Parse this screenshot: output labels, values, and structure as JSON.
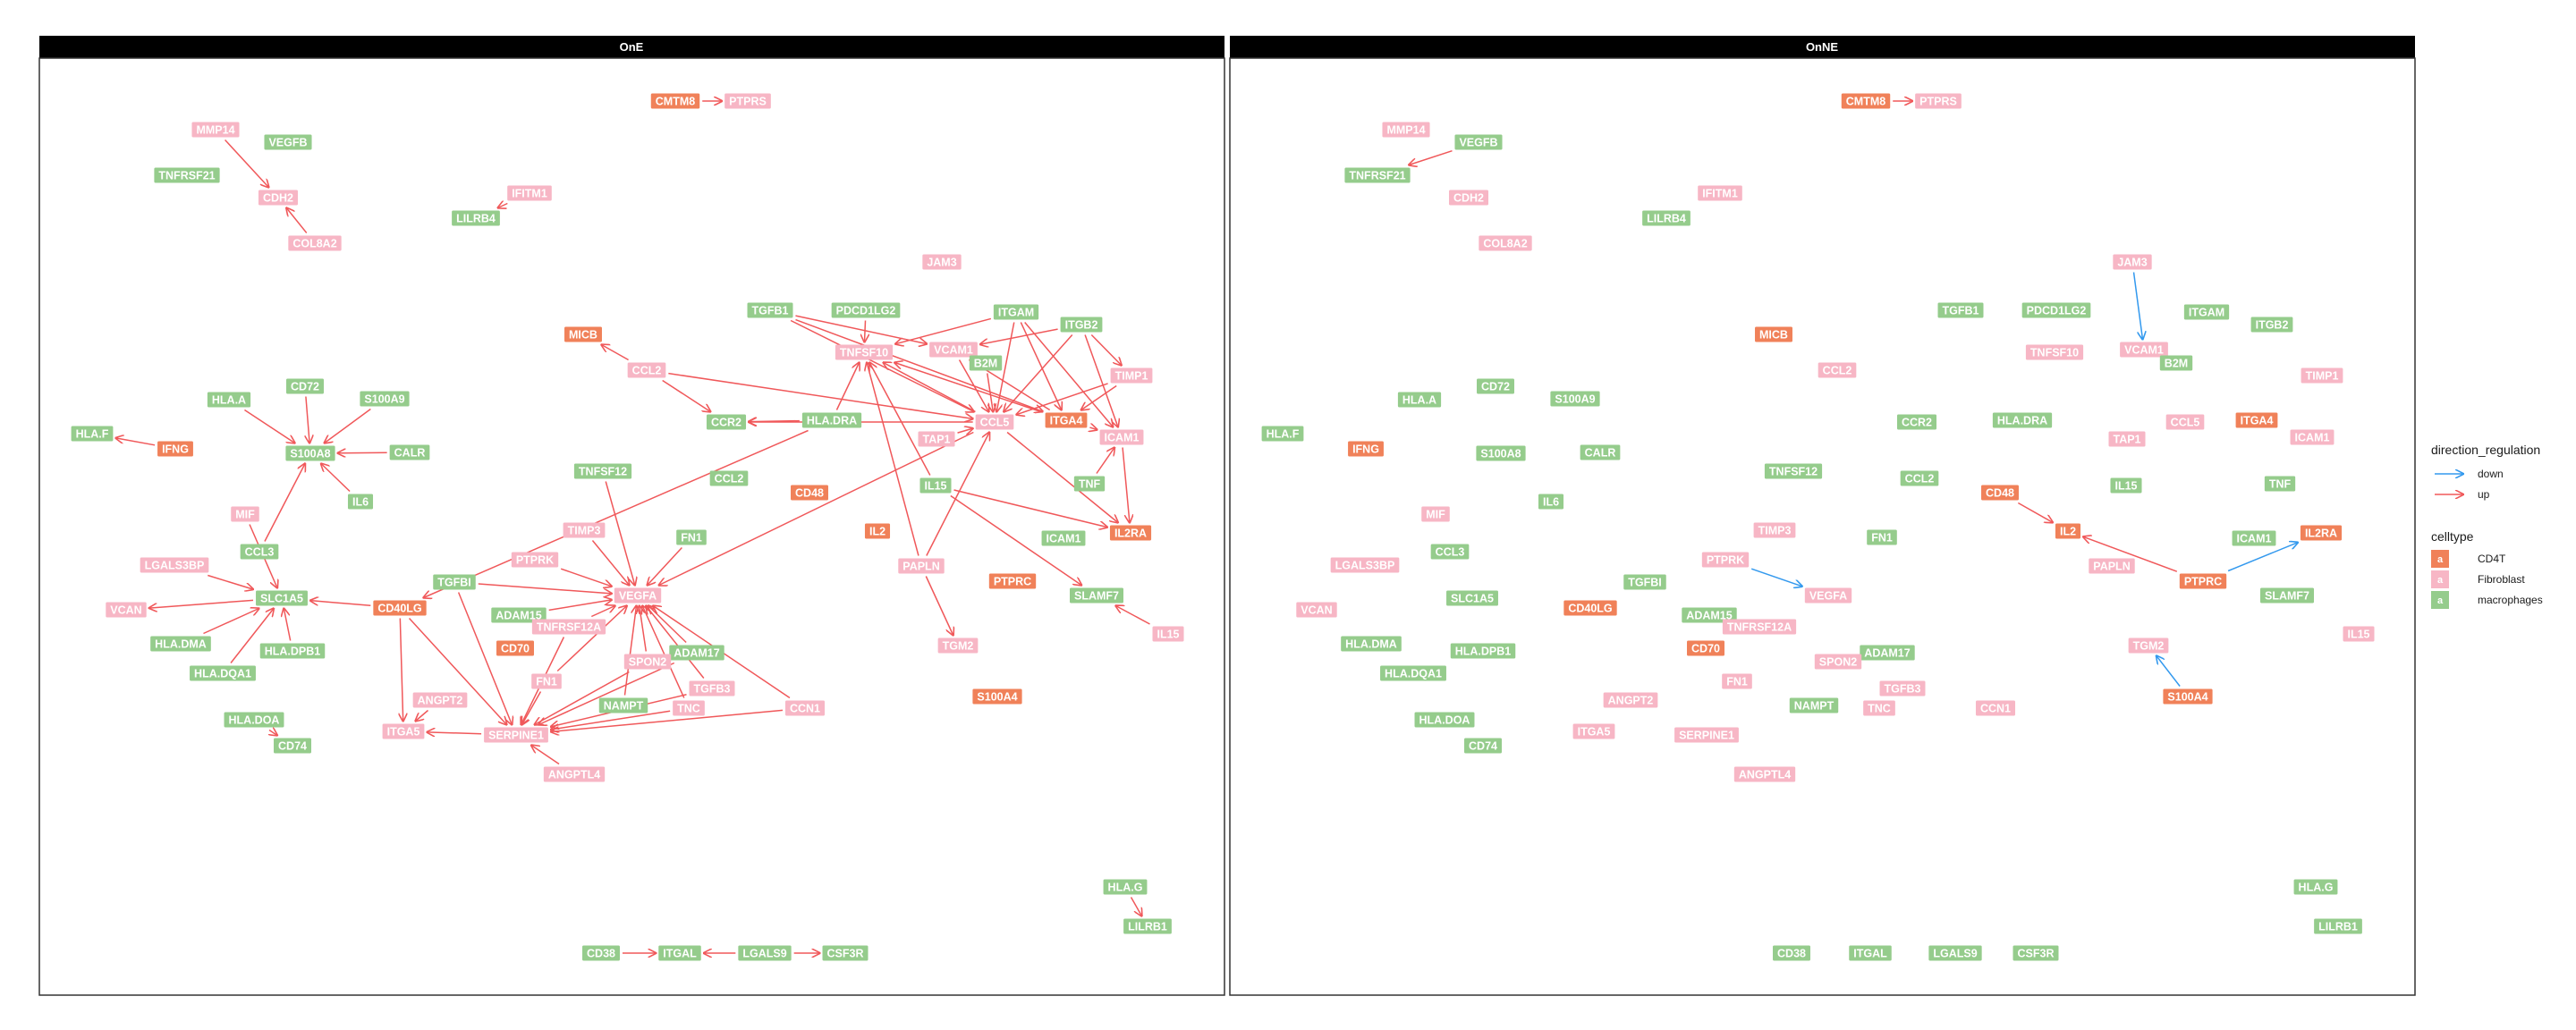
{
  "chart_data": {
    "type": "network",
    "panels": [
      {
        "title": "OnE",
        "edges": [
          [
            "MMP14",
            "CDH2",
            "up"
          ],
          [
            "COL8A2",
            "CDH2",
            "up"
          ],
          [
            "IFITM1",
            "LILRB4",
            "up"
          ],
          [
            "CMTM8",
            "PTPRS",
            "up"
          ],
          [
            "CCL2",
            "MICB",
            "up"
          ],
          [
            "CCL2",
            "CCR2",
            "up"
          ],
          [
            "CCL2",
            "CCL5",
            "up"
          ],
          [
            "HLA.DRA",
            "TNFSF10",
            "up"
          ],
          [
            "HLA.DRA",
            "CD40LG",
            "up"
          ],
          [
            "HLA.DRA",
            "CCR2",
            "up"
          ],
          [
            "PDCD1LG2",
            "TNFSF10",
            "up"
          ],
          [
            "TGFB1",
            "VCAM1",
            "up"
          ],
          [
            "TGFB1",
            "CCL5",
            "up"
          ],
          [
            "TGFB1",
            "ITGA4",
            "up"
          ],
          [
            "ITGAM",
            "TNFSF10",
            "up"
          ],
          [
            "ITGAM",
            "ICAM1",
            "up"
          ],
          [
            "ITGAM",
            "CCL5",
            "up"
          ],
          [
            "ITGAM",
            "ITGA4",
            "up"
          ],
          [
            "ITGB2",
            "TIMP1",
            "up"
          ],
          [
            "ITGB2",
            "ICAM1",
            "up"
          ],
          [
            "ITGB2",
            "VCAM1",
            "up"
          ],
          [
            "ITGB2",
            "CCL5",
            "up"
          ],
          [
            "TIMP1",
            "CCL5",
            "up"
          ],
          [
            "TIMP1",
            "ITGA4",
            "up"
          ],
          [
            "VCAM1",
            "CCL5",
            "up"
          ],
          [
            "B2M",
            "CCL5",
            "up"
          ],
          [
            "TAP1",
            "CCL5",
            "up"
          ],
          [
            "TNF",
            "ICAM1",
            "up"
          ],
          [
            "ITGA4",
            "ICAM1",
            "up"
          ],
          [
            "ICAM1",
            "IL2RA",
            "up"
          ],
          [
            "CCL5",
            "IL2RA",
            "up"
          ],
          [
            "CCL5",
            "VEGFA",
            "up"
          ],
          [
            "CCL5",
            "CCR2",
            "up"
          ],
          [
            "CCL5",
            "TNFSF10",
            "up"
          ],
          [
            "ITGA4",
            "VCAM1",
            "up"
          ],
          [
            "ITGA4",
            "TNFSF10",
            "up"
          ],
          [
            "PAPLN",
            "TNFSF10",
            "up"
          ],
          [
            "PAPLN",
            "TGM2",
            "up"
          ],
          [
            "PAPLN",
            "CCL5",
            "up"
          ],
          [
            "IL15",
            "TNFSF10",
            "up"
          ],
          [
            "IL15",
            "SLAMF7",
            "up"
          ],
          [
            "IL15",
            "IL2RA",
            "up"
          ],
          [
            "IL15b",
            "SLAMF7",
            "up"
          ],
          [
            "HLA.A",
            "S100A8",
            "up"
          ],
          [
            "CD72",
            "S100A8",
            "up"
          ],
          [
            "S100A9",
            "S100A8",
            "up"
          ],
          [
            "CALR",
            "S100A8",
            "up"
          ],
          [
            "IL6",
            "S100A8",
            "up"
          ],
          [
            "IFNG",
            "HLA.F",
            "up"
          ],
          [
            "CCL3",
            "S100A8",
            "up"
          ],
          [
            "CD40LG",
            "SLC1A5",
            "up"
          ],
          [
            "MIF",
            "SLC1A5",
            "up"
          ],
          [
            "LGALS3BP",
            "SLC1A5",
            "up"
          ],
          [
            "SLC1A5",
            "VCAN",
            "up"
          ],
          [
            "HLA.DMA",
            "SLC1A5",
            "up"
          ],
          [
            "HLA.DQA1",
            "SLC1A5",
            "up"
          ],
          [
            "HLA.DPB1",
            "SLC1A5",
            "up"
          ],
          [
            "HLA.DOA",
            "CD74",
            "up"
          ],
          [
            "CD40LG",
            "ITGA5",
            "up"
          ],
          [
            "CD40LG",
            "SERPINE1",
            "up"
          ],
          [
            "ANGPT2",
            "ITGA5",
            "up"
          ],
          [
            "SERPINE1",
            "ITGA5",
            "up"
          ],
          [
            "TGFBI",
            "SERPINE1",
            "up"
          ],
          [
            "TGFBI",
            "VEGFA",
            "up"
          ],
          [
            "ADAM15",
            "VEGFA",
            "up"
          ],
          [
            "TNFSF12",
            "VEGFA",
            "up"
          ],
          [
            "TIMP3",
            "VEGFA",
            "up"
          ],
          [
            "PTPRK",
            "VEGFA",
            "up"
          ],
          [
            "FN1",
            "VEGFA",
            "up"
          ],
          [
            "FN1b",
            "VEGFA",
            "up"
          ],
          [
            "TNFRSF12A",
            "VEGFA",
            "up"
          ],
          [
            "SPON2",
            "VEGFA",
            "up"
          ],
          [
            "ADAM17",
            "VEGFA",
            "up"
          ],
          [
            "TGFB3",
            "VEGFA",
            "up"
          ],
          [
            "TNC",
            "VEGFA",
            "up"
          ],
          [
            "NAMPT",
            "VEGFA",
            "up"
          ],
          [
            "CCN1",
            "VEGFA",
            "up"
          ],
          [
            "ANGPTL4",
            "SERPINE1",
            "up"
          ],
          [
            "FN1b",
            "SERPINE1",
            "up"
          ],
          [
            "SPON2",
            "SERPINE1",
            "up"
          ],
          [
            "ADAM17",
            "SERPINE1",
            "up"
          ],
          [
            "TNC",
            "SERPINE1",
            "up"
          ],
          [
            "CCN1",
            "SERPINE1",
            "up"
          ],
          [
            "TGFB3",
            "SERPINE1",
            "up"
          ],
          [
            "TNFRSF12A",
            "SERPINE1",
            "up"
          ],
          [
            "HLA.G",
            "LILRB1",
            "up"
          ],
          [
            "CD38",
            "ITGAL",
            "up"
          ],
          [
            "LGALS9",
            "ITGAL",
            "up"
          ],
          [
            "LGALS9",
            "CSF3R",
            "up"
          ]
        ]
      },
      {
        "title": "OnNE",
        "edges": [
          [
            "CMTM8",
            "PTPRS",
            "up"
          ],
          [
            "VEGFB",
            "TNFRSF21",
            "up"
          ],
          [
            "JAM3",
            "VCAM1",
            "down"
          ],
          [
            "CD48",
            "IL2",
            "up"
          ],
          [
            "PTPRC",
            "IL2",
            "up"
          ],
          [
            "PTPRC",
            "IL2RA",
            "down"
          ],
          [
            "PTPRK",
            "VEGFA",
            "down"
          ],
          [
            "S100A4",
            "TGM2",
            "down"
          ]
        ]
      }
    ],
    "nodes": [
      {
        "id": "MMP14",
        "label": "MMP14",
        "celltype": "Fibroblast"
      },
      {
        "id": "VEGFB",
        "label": "VEGFB",
        "celltype": "macrophages"
      },
      {
        "id": "TNFRSF21",
        "label": "TNFRSF21",
        "celltype": "macrophages"
      },
      {
        "id": "CDH2",
        "label": "CDH2",
        "celltype": "Fibroblast"
      },
      {
        "id": "COL8A2",
        "label": "COL8A2",
        "celltype": "Fibroblast"
      },
      {
        "id": "IFITM1",
        "label": "IFITM1",
        "celltype": "Fibroblast"
      },
      {
        "id": "LILRB4",
        "label": "LILRB4",
        "celltype": "macrophages"
      },
      {
        "id": "CMTM8",
        "label": "CMTM8",
        "celltype": "CD4T"
      },
      {
        "id": "PTPRS",
        "label": "PTPRS",
        "celltype": "Fibroblast"
      },
      {
        "id": "JAM3",
        "label": "JAM3",
        "celltype": "Fibroblast"
      },
      {
        "id": "TGFB1",
        "label": "TGFB1",
        "celltype": "macrophages"
      },
      {
        "id": "PDCD1LG2",
        "label": "PDCD1LG2",
        "celltype": "macrophages"
      },
      {
        "id": "ITGAM",
        "label": "ITGAM",
        "celltype": "macrophages"
      },
      {
        "id": "ITGB2",
        "label": "ITGB2",
        "celltype": "macrophages"
      },
      {
        "id": "MICB",
        "label": "MICB",
        "celltype": "CD4T"
      },
      {
        "id": "TNFSF10",
        "label": "TNFSF10",
        "celltype": "Fibroblast"
      },
      {
        "id": "VCAM1",
        "label": "VCAM1",
        "celltype": "Fibroblast"
      },
      {
        "id": "B2M",
        "label": "B2M",
        "celltype": "macrophages"
      },
      {
        "id": "TIMP1",
        "label": "TIMP1",
        "celltype": "Fibroblast"
      },
      {
        "id": "CCL2",
        "label": "CCL2",
        "celltype": "Fibroblast"
      },
      {
        "id": "CD72",
        "label": "CD72",
        "celltype": "macrophages"
      },
      {
        "id": "HLA.A",
        "label": "HLA.A",
        "celltype": "macrophages"
      },
      {
        "id": "S100A9",
        "label": "S100A9",
        "celltype": "macrophages"
      },
      {
        "id": "CCR2",
        "label": "CCR2",
        "celltype": "macrophages"
      },
      {
        "id": "HLA.DRA",
        "label": "HLA.DRA",
        "celltype": "macrophages"
      },
      {
        "id": "CCL5",
        "label": "CCL5",
        "celltype": "Fibroblast"
      },
      {
        "id": "ITGA4",
        "label": "ITGA4",
        "celltype": "CD4T"
      },
      {
        "id": "ICAM1",
        "label": "ICAM1",
        "celltype": "Fibroblast"
      },
      {
        "id": "TAP1",
        "label": "TAP1",
        "celltype": "Fibroblast"
      },
      {
        "id": "HLA.F",
        "label": "HLA.F",
        "celltype": "macrophages"
      },
      {
        "id": "IFNG",
        "label": "IFNG",
        "celltype": "CD4T"
      },
      {
        "id": "S100A8",
        "label": "S100A8",
        "celltype": "macrophages"
      },
      {
        "id": "CALR",
        "label": "CALR",
        "celltype": "macrophages"
      },
      {
        "id": "TNFSF12",
        "label": "TNFSF12",
        "celltype": "macrophages"
      },
      {
        "id": "CCL2b",
        "label": "CCL2",
        "celltype": "macrophages"
      },
      {
        "id": "CD48",
        "label": "CD48",
        "celltype": "CD4T"
      },
      {
        "id": "IL15",
        "label": "IL15",
        "celltype": "macrophages"
      },
      {
        "id": "TNF",
        "label": "TNF",
        "celltype": "macrophages"
      },
      {
        "id": "IL6",
        "label": "IL6",
        "celltype": "macrophages"
      },
      {
        "id": "MIF",
        "label": "MIF",
        "celltype": "Fibroblast"
      },
      {
        "id": "CCL3",
        "label": "CCL3",
        "celltype": "macrophages"
      },
      {
        "id": "TIMP3",
        "label": "TIMP3",
        "celltype": "Fibroblast"
      },
      {
        "id": "FN1",
        "label": "FN1",
        "celltype": "macrophages"
      },
      {
        "id": "IL2",
        "label": "IL2",
        "celltype": "CD4T"
      },
      {
        "id": "ICAM1b",
        "label": "ICAM1",
        "celltype": "macrophages"
      },
      {
        "id": "IL2RA",
        "label": "IL2RA",
        "celltype": "CD4T"
      },
      {
        "id": "LGALS3BP",
        "label": "LGALS3BP",
        "celltype": "Fibroblast"
      },
      {
        "id": "PTPRK",
        "label": "PTPRK",
        "celltype": "Fibroblast"
      },
      {
        "id": "PAPLN",
        "label": "PAPLN",
        "celltype": "Fibroblast"
      },
      {
        "id": "PTPRC",
        "label": "PTPRC",
        "celltype": "CD4T"
      },
      {
        "id": "TGFBI",
        "label": "TGFBI",
        "celltype": "macrophages"
      },
      {
        "id": "SLC1A5",
        "label": "SLC1A5",
        "celltype": "macrophages"
      },
      {
        "id": "VEGFA",
        "label": "VEGFA",
        "celltype": "Fibroblast"
      },
      {
        "id": "SLAMF7",
        "label": "SLAMF7",
        "celltype": "macrophages"
      },
      {
        "id": "VCAN",
        "label": "VCAN",
        "celltype": "Fibroblast"
      },
      {
        "id": "CD40LG",
        "label": "CD40LG",
        "celltype": "CD4T"
      },
      {
        "id": "ADAM15",
        "label": "ADAM15",
        "celltype": "macrophages"
      },
      {
        "id": "TNFRSF12A",
        "label": "TNFRSF12A",
        "celltype": "Fibroblast"
      },
      {
        "id": "IL15b",
        "label": "IL15",
        "celltype": "Fibroblast"
      },
      {
        "id": "HLA.DMA",
        "label": "HLA.DMA",
        "celltype": "macrophages"
      },
      {
        "id": "HLA.DPB1",
        "label": "HLA.DPB1",
        "celltype": "macrophages"
      },
      {
        "id": "CD70",
        "label": "CD70",
        "celltype": "CD4T"
      },
      {
        "id": "TGM2",
        "label": "TGM2",
        "celltype": "Fibroblast"
      },
      {
        "id": "ADAM17",
        "label": "ADAM17",
        "celltype": "macrophages"
      },
      {
        "id": "SPON2",
        "label": "SPON2",
        "celltype": "Fibroblast"
      },
      {
        "id": "HLA.DQA1",
        "label": "HLA.DQA1",
        "celltype": "macrophages"
      },
      {
        "id": "FN1b",
        "label": "FN1",
        "celltype": "Fibroblast"
      },
      {
        "id": "TGFB3",
        "label": "TGFB3",
        "celltype": "Fibroblast"
      },
      {
        "id": "S100A4",
        "label": "S100A4",
        "celltype": "CD4T"
      },
      {
        "id": "ANGPT2",
        "label": "ANGPT2",
        "celltype": "Fibroblast"
      },
      {
        "id": "NAMPT",
        "label": "NAMPT",
        "celltype": "macrophages"
      },
      {
        "id": "TNC",
        "label": "TNC",
        "celltype": "Fibroblast"
      },
      {
        "id": "CCN1",
        "label": "CCN1",
        "celltype": "Fibroblast"
      },
      {
        "id": "HLA.DOA",
        "label": "HLA.DOA",
        "celltype": "macrophages"
      },
      {
        "id": "ITGA5",
        "label": "ITGA5",
        "celltype": "Fibroblast"
      },
      {
        "id": "SERPINE1",
        "label": "SERPINE1",
        "celltype": "Fibroblast"
      },
      {
        "id": "CD74",
        "label": "CD74",
        "celltype": "macrophages"
      },
      {
        "id": "ANGPTL4",
        "label": "ANGPTL4",
        "celltype": "Fibroblast"
      },
      {
        "id": "HLA.G",
        "label": "HLA.G",
        "celltype": "macrophages"
      },
      {
        "id": "LILRB1",
        "label": "LILRB1",
        "celltype": "macrophages"
      },
      {
        "id": "CD38",
        "label": "CD38",
        "celltype": "macrophages"
      },
      {
        "id": "ITGAL",
        "label": "ITGAL",
        "celltype": "macrophages"
      },
      {
        "id": "LGALS9",
        "label": "LGALS9",
        "celltype": "macrophages"
      },
      {
        "id": "CSF3R",
        "label": "CSF3R",
        "celltype": "macrophages"
      }
    ],
    "legend": {
      "direction_title": "direction_regulation",
      "direction_items": [
        {
          "label": "down",
          "color": "#3399ee"
        },
        {
          "label": "up",
          "color": "#f0585a"
        }
      ],
      "celltype_title": "celltype",
      "celltype_items": [
        {
          "label": "CD4T",
          "color": "#f08159"
        },
        {
          "label": "Fibroblast",
          "color": "#f7b6c5"
        },
        {
          "label": "macrophages",
          "color": "#95cc8c"
        }
      ],
      "key_glyph": "a",
      "placement": "right"
    }
  }
}
